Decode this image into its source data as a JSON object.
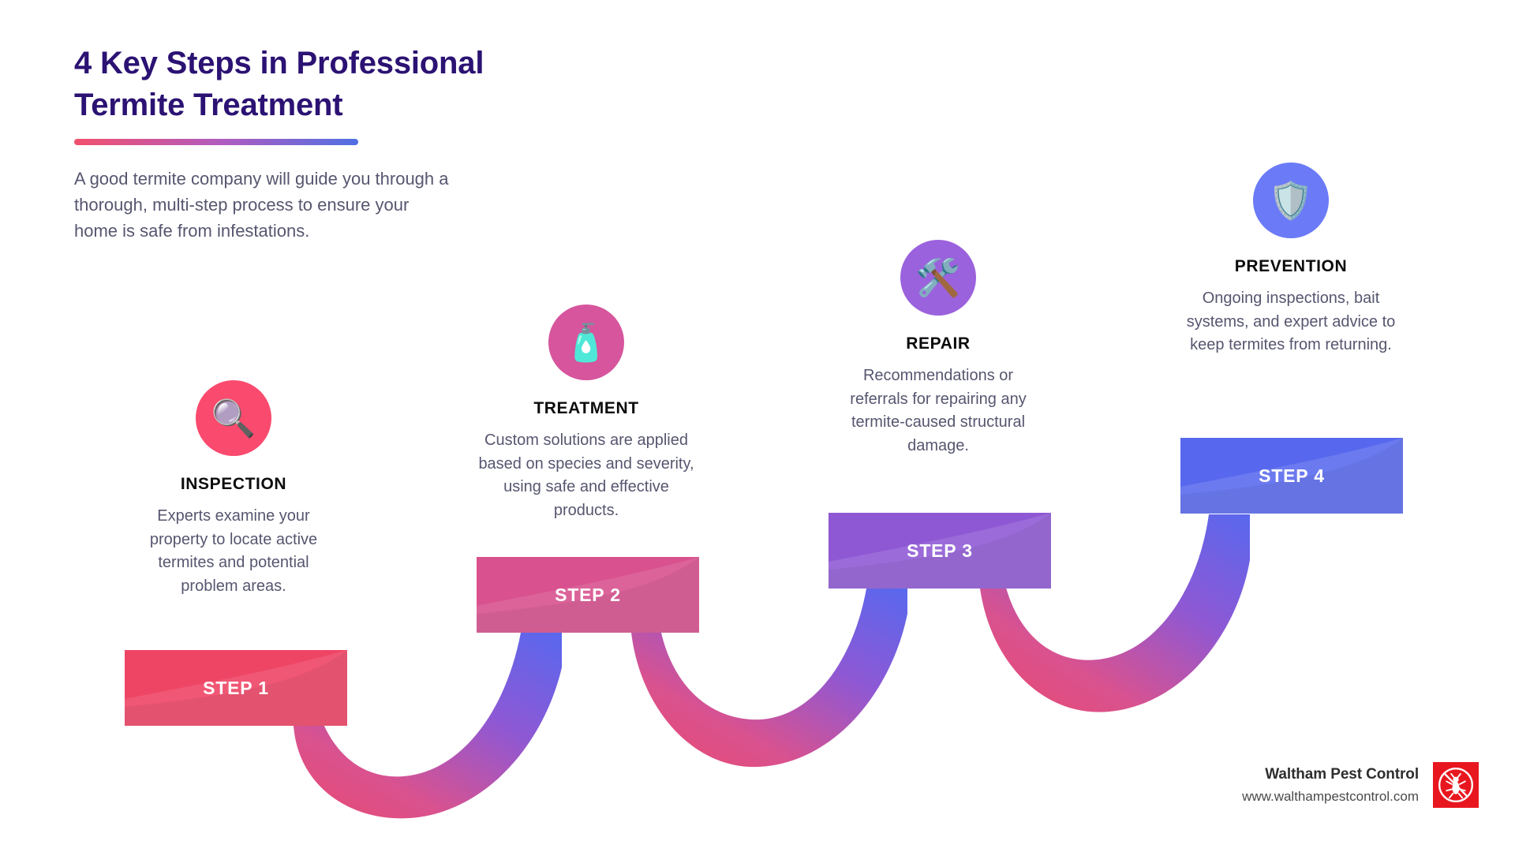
{
  "header": {
    "title_line1": "4 Key Steps in Professional",
    "title_line2": "Termite Treatment",
    "title_color": "#2b1273",
    "intro": "A good termite company will guide you through a thorough, multi-step process to ensure your home is safe from infestations.",
    "rule_gradient_from": "#f2506d",
    "rule_gradient_to": "#4f6fe3"
  },
  "steps": [
    {
      "banner_label": "STEP 1",
      "name": "INSPECTION",
      "description": "Experts examine your property to locate active termites and potential problem areas.",
      "icon": "magnifying-glass-icon",
      "icon_glyph": "🔍",
      "circle_color": "#fa4a6e",
      "banner_color": "#ef4565"
    },
    {
      "banner_label": "STEP 2",
      "name": "TREATMENT",
      "description": "Custom solutions are applied based on species and severity, using safe and effective products.",
      "icon": "lotion-bottle-icon",
      "icon_glyph": "🧴",
      "circle_color": "#d6559d",
      "banner_color": "#d9528f"
    },
    {
      "banner_label": "STEP 3",
      "name": "REPAIR",
      "description": "Recommendations or referrals for repairing any termite-caused structural damage.",
      "icon": "hammer-and-wrench-icon",
      "icon_glyph": "🛠️",
      "circle_color": "#9b62dd",
      "banner_color": "#8e58d4"
    },
    {
      "banner_label": "STEP 4",
      "name": "PREVENTION",
      "description": "Ongoing inspections, bait systems, and expert advice to keep termites from returning.",
      "icon": "shield-icon",
      "icon_glyph": "🛡️",
      "circle_color": "#6b7bf7",
      "banner_color": "#5868ee"
    }
  ],
  "footer": {
    "brand": "Waltham Pest Control",
    "website": "www.walthampestcontrol.com",
    "logo_icon": "no-pest-logo",
    "logo_color": "#e8171f"
  }
}
